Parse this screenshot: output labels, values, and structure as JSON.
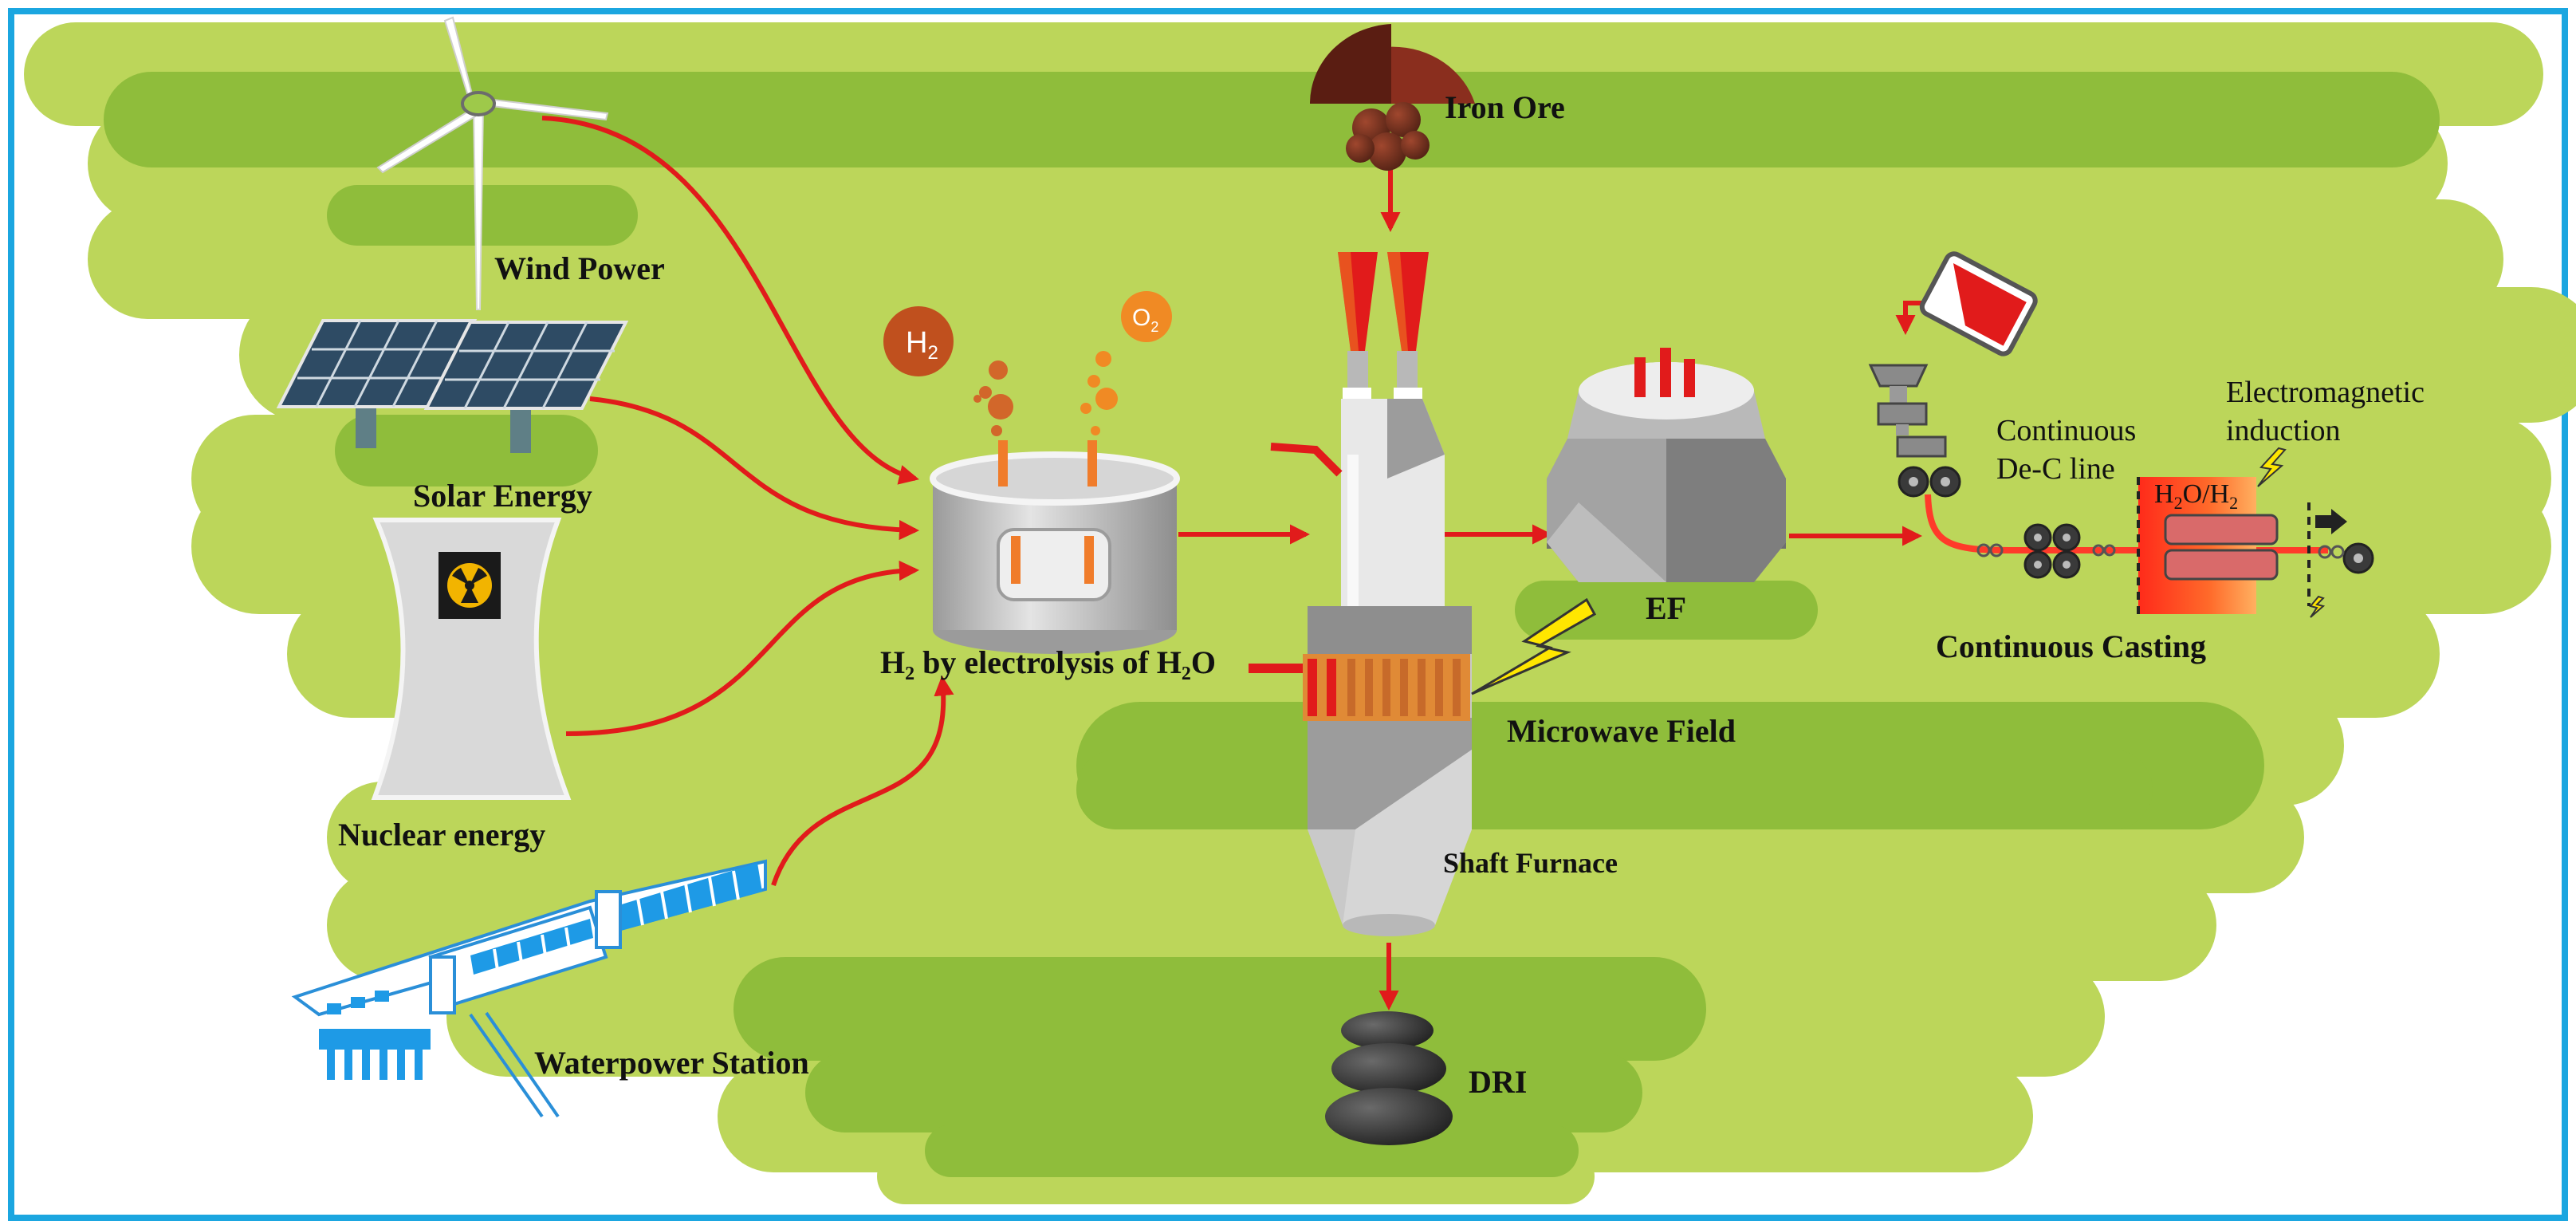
{
  "labels": {
    "wind": "Wind Power",
    "solar": "Solar Energy",
    "nuclear": "Nuclear energy",
    "water": "Waterpower Station",
    "electrolysis_pre": "H",
    "electrolysis_sub1": "2",
    "electrolysis_mid": " by electrolysis of H",
    "electrolysis_sub2": "2",
    "electrolysis_post": "O",
    "h2_main": "H",
    "h2_sub": "2",
    "o2_main": "O",
    "o2_sub": "2",
    "iron_ore": "Iron Ore",
    "microwave": "Microwave Field",
    "shaft": "Shaft Furnace",
    "dri": "DRI",
    "ef": "EF",
    "decline_1": "Continuous",
    "decline_2": "De-C line",
    "em_1": "Electromagnetic",
    "em_2": "induction",
    "h2o_a": "H",
    "h2o_a_sub": "2",
    "h2o_b": "O/H",
    "h2o_b_sub": "2",
    "casting": "Continuous Casting"
  },
  "colors": {
    "frame": "#1ba6e0",
    "blob": "#bcd65a",
    "band": "#8fbd3b",
    "arrow": "#e11b1b",
    "steel": "#b8b8b8",
    "hydrogen": "#c0501e",
    "oxygen": "#f08a24"
  }
}
